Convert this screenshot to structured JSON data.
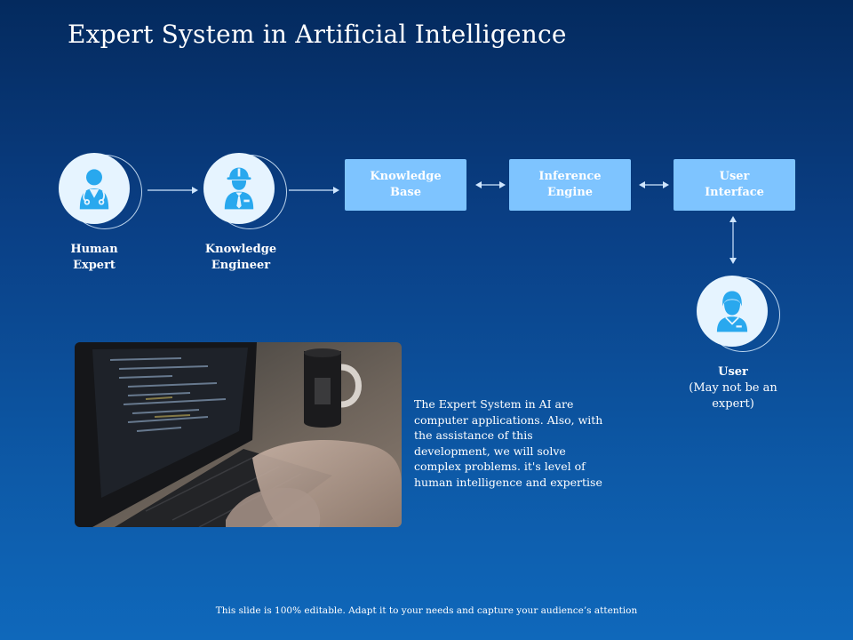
{
  "slide": {
    "title": "Expert System in Artificial Intelligence",
    "footer": "This slide is 100% editable. Adapt it to your needs and capture your audience’s attention"
  },
  "nodes": {
    "human_expert": {
      "line1": "Human",
      "line2": "Expert",
      "icon": "doctor-icon"
    },
    "knowledge_engineer": {
      "line1": "Knowledge",
      "line2": "Engineer",
      "icon": "engineer-icon"
    },
    "knowledge_base": {
      "line1": "Knowledge",
      "line2": "Base"
    },
    "inference_engine": {
      "line1": "Inference",
      "line2": "Engine"
    },
    "user_interface": {
      "line1": "User",
      "line2": "Interface"
    },
    "user": {
      "line1": "User",
      "line2": "(May not be an expert)",
      "icon": "user-icon"
    }
  },
  "description": "The Expert System in AI are computer applications. Also, with the assistance of this development, we will solve complex problems. it's level of human intelligence and expertise",
  "colors": {
    "background_top": "#042a5e",
    "background_bottom": "#0f68bb",
    "box_fill": "#7ec4ff",
    "icon_disc": "#e6f4ff",
    "icon_fill": "#29a8ee"
  }
}
